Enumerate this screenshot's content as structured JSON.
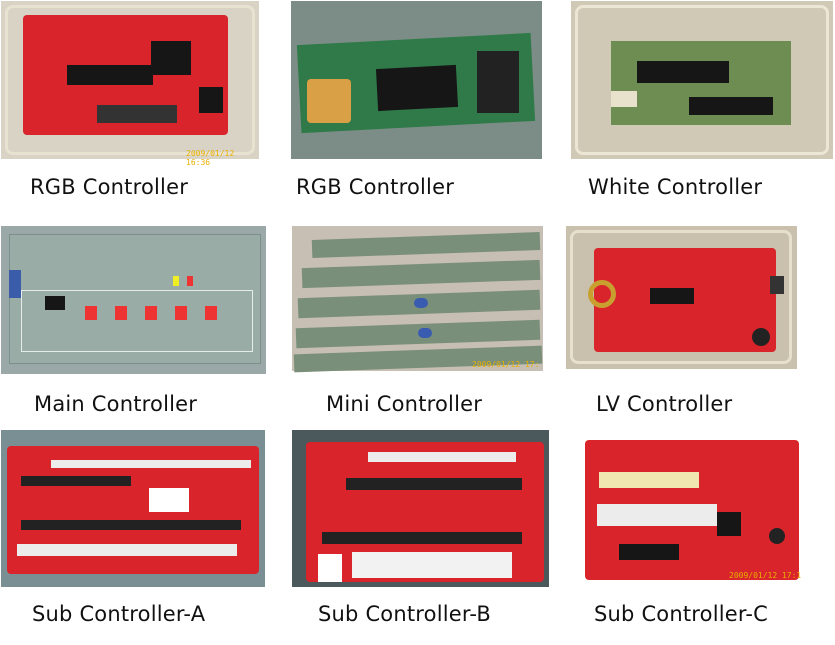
{
  "captions": {
    "rgb1": "RGB Controller",
    "rgb2": "RGB Controller",
    "white": "White Controller",
    "main": "Main Controller",
    "mini": "Mini Controller",
    "lv": "LV Controller",
    "subA": "Sub Controller-A",
    "subB": "Sub Controller-B",
    "subC": "Sub Controller-C"
  },
  "timestamps": {
    "rgb1": "2009/01/12 16:36",
    "mini": "2009/01/12 17:",
    "subC": "2009/01/12 17:1"
  }
}
